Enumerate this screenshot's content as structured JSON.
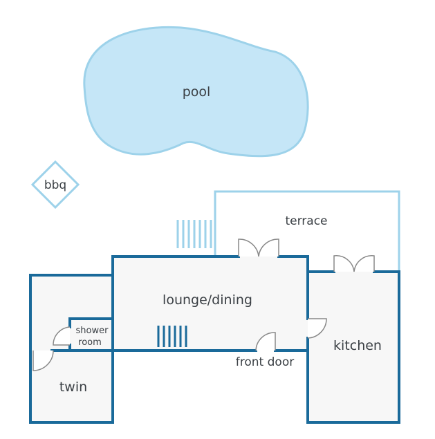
{
  "labels": {
    "pool": "pool",
    "bbq": "bbq",
    "terrace": "terrace",
    "lounge": "lounge/dining",
    "kitchen": "kitchen",
    "shower_line1": "shower",
    "shower_line2": "room",
    "twin": "twin",
    "front_door": "front door"
  },
  "colors": {
    "wall": "#1a6a9a",
    "outdoor_line": "#9dd2ea",
    "pool_fill": "#c5e6f7",
    "floor": "#f7f7f7",
    "door": "#888888"
  }
}
